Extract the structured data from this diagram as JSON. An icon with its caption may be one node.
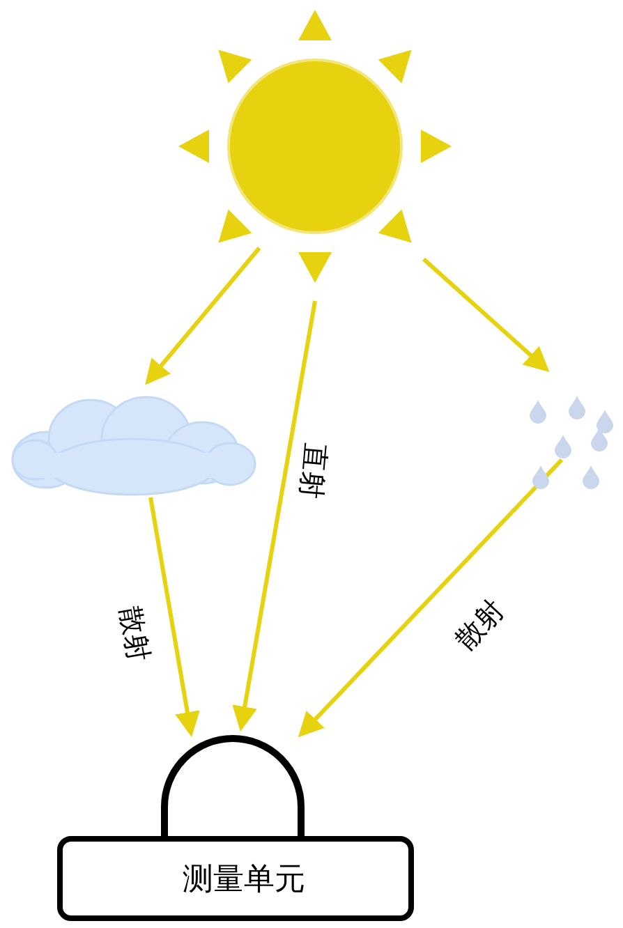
{
  "diagram": {
    "nodes": [
      {
        "text": [],
        "shape": "sun"
      },
      {
        "text": [],
        "shape": "cloud"
      },
      {
        "text": [],
        "shape": "drops"
      },
      {
        "text": [],
        "shape": "dome"
      },
      {
        "text": [
          "测量单元"
        ]
      }
    ],
    "edges": [
      {
        "from": 0,
        "to": 1,
        "arrow": "to"
      },
      {
        "from": 0,
        "to": 3,
        "arrow": "to",
        "label": "直射"
      },
      {
        "from": 0,
        "to": 2,
        "arrow": "to"
      },
      {
        "from": 1,
        "to": 3,
        "arrow": "to",
        "label": "散射"
      },
      {
        "from": 2,
        "to": 3,
        "arrow": "to",
        "label": "散射"
      }
    ]
  }
}
